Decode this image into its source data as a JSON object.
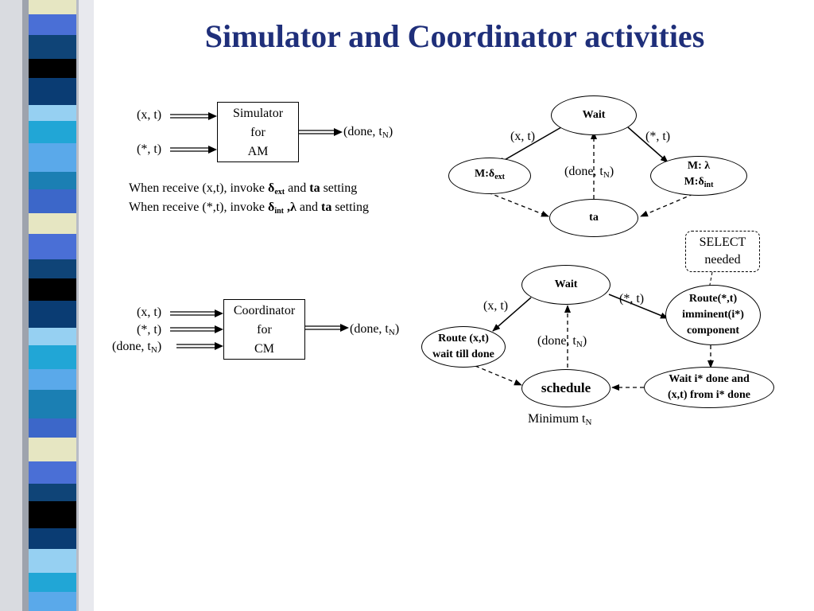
{
  "title": "Simulator and Coordinator activities",
  "simulator": {
    "inputs": [
      "(x, t)",
      "(*, t)"
    ],
    "box_lines": [
      "Simulator",
      "for",
      "AM"
    ],
    "output": {
      "text": "(done, t",
      "sub": "N",
      "close": ")"
    },
    "rule1": {
      "prefix": "When receive (x,t), invoke ",
      "delta": "δ",
      "delta_sub": "ext",
      "and": " and ",
      "ta": "ta",
      "suffix": " setting"
    },
    "rule2": {
      "prefix": "When receive (*,t), invoke ",
      "delta": "δ",
      "delta_sub": "int",
      "lambda": " ,λ",
      "and": " and ",
      "ta": "ta",
      "suffix": " setting"
    }
  },
  "coordinator": {
    "inputs": [
      "(x, t)",
      "(*, t)",
      "(done, t"
    ],
    "input_sub": "N",
    "box_lines": [
      "Coordinator",
      "for",
      "CM"
    ],
    "output": {
      "text": "(done, t",
      "sub": "N",
      "close": ")"
    }
  },
  "diagram_top": {
    "wait": "Wait",
    "left_node": {
      "prefix": "M:",
      "delta": "δ",
      "sub": "ext"
    },
    "right_node": {
      "line1": "M: λ",
      "prefix": "M:",
      "delta": "δ",
      "sub": "int"
    },
    "ta": "ta",
    "edge_left": "(x, t)",
    "edge_right": "(*, t)",
    "edge_center": {
      "text": "(done, t",
      "sub": "N",
      "close": ")"
    }
  },
  "diagram_bottom": {
    "wait": "Wait",
    "route_x": [
      "Route (x,t)",
      "wait till done"
    ],
    "route_star": [
      "Route(*,t)",
      "imminent(i*)",
      "component"
    ],
    "schedule": "schedule",
    "wait_done": [
      "Wait i* done and",
      "(x,t) from i* done"
    ],
    "edge_left": "(x, t)",
    "edge_right": "(*, t)",
    "edge_center": {
      "text": "(done, t",
      "sub": "N",
      "close": ")"
    },
    "minimum": {
      "text": "Minimum t",
      "sub": "N"
    },
    "callout": [
      "SELECT",
      "needed"
    ]
  }
}
